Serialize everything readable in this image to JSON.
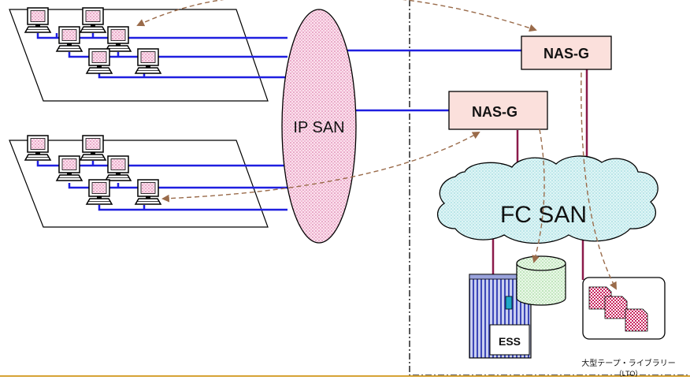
{
  "labels": {
    "ip_san": "IP SAN",
    "fc_san": "FC SAN",
    "nas_g_upper": "NAS-G",
    "nas_g_lower": "NAS-G",
    "ess": "ESS",
    "tape_library_line1": "大型テープ・ライブラリー",
    "tape_library_line2": "（LTO）"
  },
  "colors": {
    "lan_line": "#1f1fe0",
    "fc_line": "#8b1a4a",
    "ip_san_fill": "#f6c6de",
    "fc_san_fill": "#c9eef0",
    "nas_fill": "#fbe0dc",
    "data_flow_arrow": "#9a6b4a",
    "bottom_rule": "#d6a335"
  },
  "icons": {
    "client_pc": "monitor-with-keyboard",
    "disk": "cylinder-disk",
    "tape_cartridge": "tape-cartridge"
  }
}
